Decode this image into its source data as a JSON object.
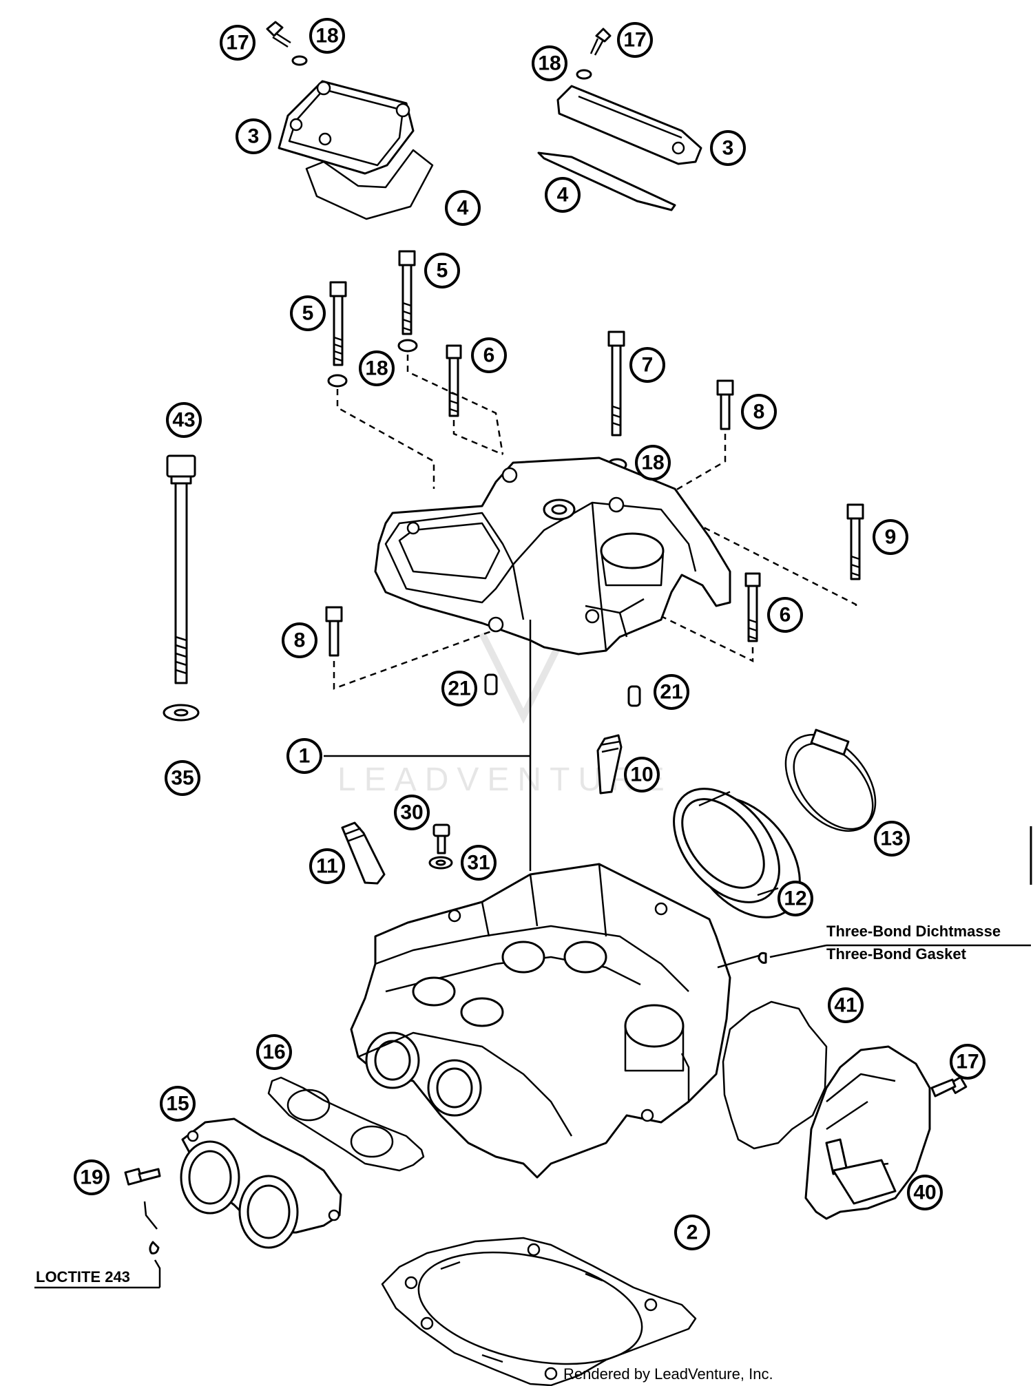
{
  "watermark": "LEADVENTURE",
  "footer": "Rendered by LeadVenture, Inc.",
  "notes": {
    "gasket_de": "Three-Bond Dichtmasse",
    "gasket_en": "Three-Bond Gasket",
    "loctite": "LOCTITE 243"
  },
  "callouts": [
    "17",
    "18",
    "3",
    "4",
    "17",
    "18",
    "3",
    "4",
    "5",
    "5",
    "6",
    "18",
    "7",
    "18",
    "8",
    "43",
    "9",
    "8",
    "6",
    "21",
    "21",
    "1",
    "35",
    "10",
    "30",
    "11",
    "31",
    "13",
    "12",
    "41",
    "16",
    "15",
    "17",
    "19",
    "40",
    "2"
  ],
  "colors": {
    "ink": "#000000",
    "paper": "#ffffff",
    "watermark": "#e6e6e6"
  }
}
